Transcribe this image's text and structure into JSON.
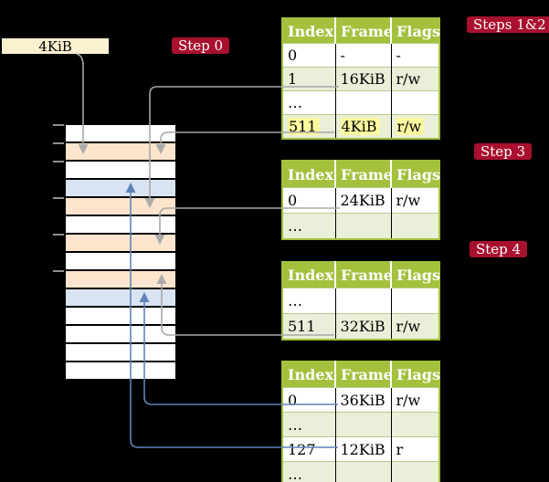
{
  "diagram": {
    "size_label": "4KiB",
    "badges": {
      "step0": "Step 0",
      "steps_1_and_2": "Steps 1&2",
      "step3": "Step 3",
      "step4": "Step 4"
    }
  },
  "colors": {
    "background": "#000000",
    "badge_bg": "#a8102e",
    "badge_text": "#ffffff",
    "table_header_bg": "#a3c13d",
    "table_alt_row_bg": "#e9efd8",
    "highlight_yellow": "#fdf9a0",
    "memory_page_table_fill_peach": "#fce5cc",
    "memory_mapped_frame_fill_blue": "#d9e4f3",
    "size_box_bg": "#fbf0d0",
    "gray_arrow": "#a8a8a8",
    "blue_arrow": "#5f83b9"
  },
  "memory_column": {
    "rows": [
      {
        "fill": "white"
      },
      {
        "fill": "peach"
      },
      {
        "fill": "white"
      },
      {
        "fill": "blue"
      },
      {
        "fill": "peach"
      },
      {
        "fill": "white"
      },
      {
        "fill": "peach"
      },
      {
        "fill": "white"
      },
      {
        "fill": "peach"
      },
      {
        "fill": "blue"
      },
      {
        "fill": "white"
      },
      {
        "fill": "white"
      },
      {
        "fill": "white"
      },
      {
        "fill": "white"
      }
    ]
  },
  "tables": [
    {
      "headers": [
        "Index",
        "Frame",
        "Flags"
      ],
      "rows": [
        {
          "cells": [
            "0",
            "-",
            "-"
          ]
        },
        {
          "cells": [
            "1",
            "16KiB",
            "r/w"
          ]
        },
        {
          "cells": [
            "…",
            "",
            ""
          ]
        },
        {
          "cells": [
            "511",
            "4KiB",
            "r/w"
          ],
          "highlight": true
        }
      ]
    },
    {
      "headers": [
        "Index",
        "Frame",
        "Flags"
      ],
      "rows": [
        {
          "cells": [
            "0",
            "24KiB",
            "r/w"
          ]
        },
        {
          "cells": [
            "…",
            "",
            ""
          ]
        }
      ]
    },
    {
      "headers": [
        "Index",
        "Frame",
        "Flags"
      ],
      "rows": [
        {
          "cells": [
            "…",
            "",
            ""
          ]
        },
        {
          "cells": [
            "511",
            "32KiB",
            "r/w"
          ]
        }
      ]
    },
    {
      "headers": [
        "Index",
        "Frame",
        "Flags"
      ],
      "rows": [
        {
          "cells": [
            "0",
            "36KiB",
            "r/w"
          ]
        },
        {
          "cells": [
            "…",
            "",
            ""
          ]
        },
        {
          "cells": [
            "127",
            "12KiB",
            "r"
          ]
        },
        {
          "cells": [
            "…",
            "",
            ""
          ]
        }
      ]
    }
  ]
}
